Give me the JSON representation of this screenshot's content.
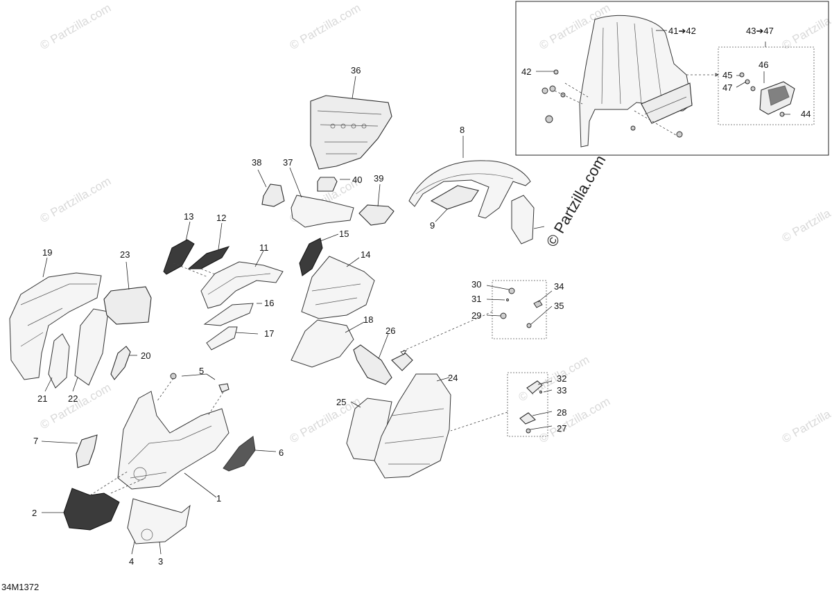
{
  "diagram_code": "34M1372",
  "watermark_text": "© Partzilla.com",
  "watermark_vertical": "© Partzilla.com",
  "callouts": {
    "c1": "1",
    "c2": "2",
    "c3": "3",
    "c4": "4",
    "c5": "5",
    "c6": "6",
    "c7": "7",
    "c8": "8",
    "c9": "9",
    "c11": "11",
    "c12": "12",
    "c13": "13",
    "c14": "14",
    "c15": "15",
    "c16": "16",
    "c17": "17",
    "c18": "18",
    "c19": "19",
    "c20": "20",
    "c21": "21",
    "c22": "22",
    "c23": "23",
    "c24": "24",
    "c25": "25",
    "c26": "26",
    "c27": "27",
    "c28": "28",
    "c29": "29",
    "c30": "30",
    "c31": "31",
    "c32": "32",
    "c33": "33",
    "c34": "34",
    "c35": "35",
    "c36": "36",
    "c37": "37",
    "c38": "38",
    "c39": "39",
    "c40": "40",
    "c41": "41➔42",
    "c42": "42",
    "c43": "43➔47",
    "c44": "44",
    "c45": "45",
    "c46": "46",
    "c47": "47"
  }
}
